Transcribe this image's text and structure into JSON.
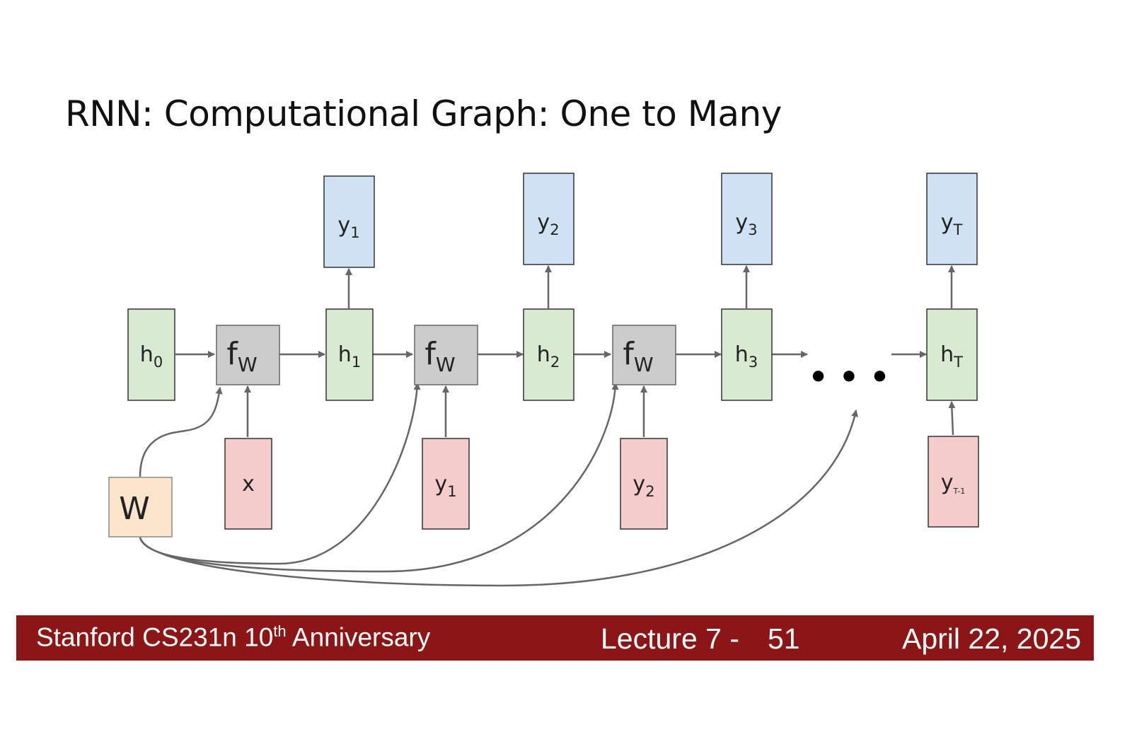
{
  "slide": {
    "title": "RNN: Computational Graph: One to Many"
  },
  "diagram": {
    "func_label": "f",
    "func_sub": "W",
    "weight_label": "W",
    "ellipsis": "• • •",
    "hidden_states": [
      {
        "base": "h",
        "sub": "0"
      },
      {
        "base": "h",
        "sub": "1"
      },
      {
        "base": "h",
        "sub": "2"
      },
      {
        "base": "h",
        "sub": "3"
      },
      {
        "base": "h",
        "sub": "T"
      }
    ],
    "outputs": [
      {
        "base": "y",
        "sub": "1"
      },
      {
        "base": "y",
        "sub": "2"
      },
      {
        "base": "y",
        "sub": "3"
      },
      {
        "base": "y",
        "sub": "T"
      }
    ],
    "inputs": [
      {
        "base": "x",
        "sub": ""
      },
      {
        "base": "y",
        "sub": "1"
      },
      {
        "base": "y",
        "sub": "2"
      },
      {
        "base": "y",
        "sub": "T-1"
      }
    ],
    "colors": {
      "hidden_fill": "#d9ead3",
      "output_fill": "#cfe2f3",
      "input_fill": "#f4cccc",
      "func_fill": "#cccccc",
      "weight_fill": "#fce5cd",
      "stroke": "#666666",
      "footer_bg": "#8c1515"
    }
  },
  "footer": {
    "course": "Stanford CS231n 10",
    "course_sup": "th",
    "course_rest": " Anniversary",
    "lecture": "Lecture 7 -",
    "page": "51",
    "date": "April 22, 2025"
  }
}
